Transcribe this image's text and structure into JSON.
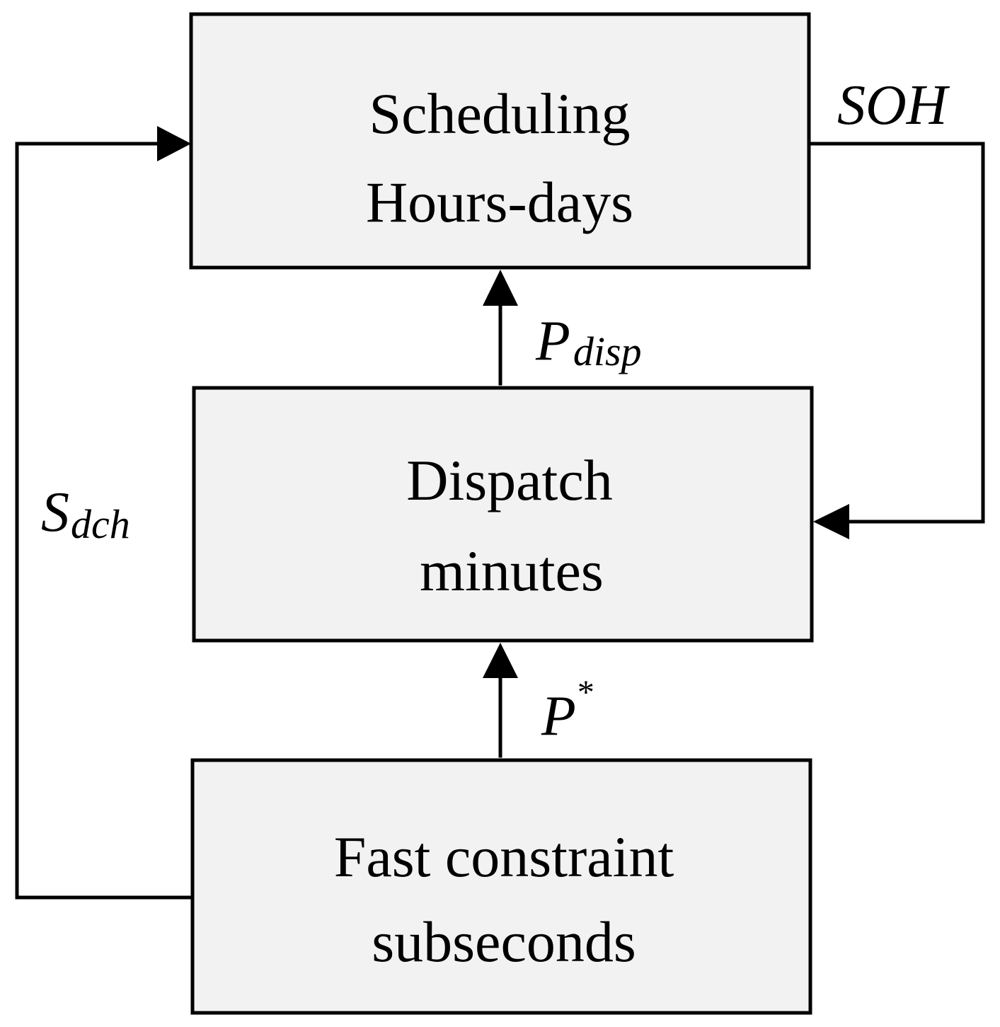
{
  "blocks": {
    "scheduling": {
      "line1": "Scheduling",
      "line2": "Hours-days"
    },
    "dispatch": {
      "line1": "Dispatch",
      "line2": "minutes"
    },
    "fast": {
      "line1": "Fast constraint",
      "line2": "subseconds"
    }
  },
  "signals": {
    "soh": {
      "main": "SOH"
    },
    "p_disp": {
      "main": "P",
      "sub": "disp"
    },
    "p_star": {
      "main": "P",
      "sup": "*"
    },
    "s_dch": {
      "main": "S",
      "sub": "dch"
    }
  },
  "colors": {
    "box_fill": "#f2f2f2",
    "line": "#000000"
  }
}
